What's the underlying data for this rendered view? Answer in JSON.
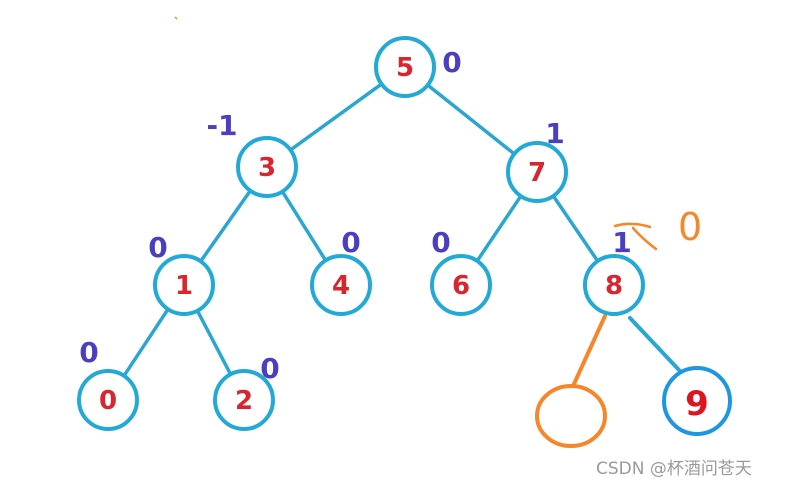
{
  "colors": {
    "edge": "#2aa6d3",
    "node_stroke": "#23a9d6",
    "node_text": "#d9262e",
    "balance_text": "#4a3fc0",
    "orange": "#f5862a",
    "blue_circle": "#1f97e0",
    "new_node_text": "#e0141e",
    "watermark": "#9a9a9a"
  },
  "nodes": [
    {
      "id": "n5",
      "label": "5",
      "balance": "0"
    },
    {
      "id": "n3",
      "label": "3",
      "balance": "-1"
    },
    {
      "id": "n7",
      "label": "7",
      "balance": "1"
    },
    {
      "id": "n1",
      "label": "1",
      "balance": "0"
    },
    {
      "id": "n4",
      "label": "4",
      "balance": "0"
    },
    {
      "id": "n6",
      "label": "6",
      "balance": "0"
    },
    {
      "id": "n8",
      "label": "8",
      "balance": "1"
    },
    {
      "id": "n0",
      "label": "0",
      "balance": "0"
    },
    {
      "id": "n2",
      "label": "2",
      "balance": "0"
    }
  ],
  "edges": [
    [
      "n5",
      "n3"
    ],
    [
      "n5",
      "n7"
    ],
    [
      "n3",
      "n1"
    ],
    [
      "n3",
      "n4"
    ],
    [
      "n7",
      "n6"
    ],
    [
      "n7",
      "n8"
    ],
    [
      "n1",
      "n0"
    ],
    [
      "n1",
      "n2"
    ]
  ],
  "annotation": {
    "corrected_balance": "0"
  },
  "new_nodes": [
    {
      "id": "empty-left",
      "label": ""
    },
    {
      "id": "new-right",
      "label": "9"
    }
  ],
  "watermark": "CSDN @杯酒问苍天"
}
